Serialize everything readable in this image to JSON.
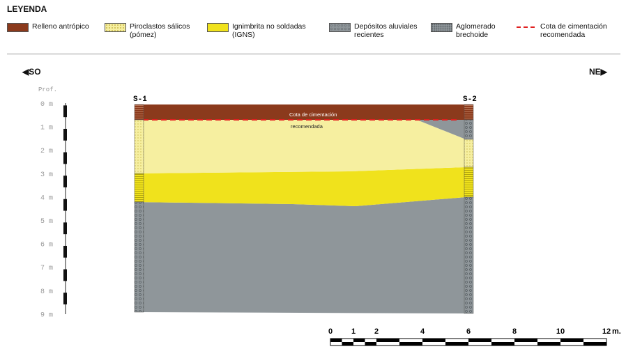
{
  "legend": {
    "title": "LEYENDA",
    "items": [
      {
        "id": "relleno",
        "label": "Relleno antrópico",
        "color": "#8b3a1c",
        "pattern": "solid"
      },
      {
        "id": "piroclastos",
        "label": "Piroclastos sálicos\n(pómez)",
        "color": "#f6efa0",
        "pattern": "dots"
      },
      {
        "id": "ignimbrita",
        "label": "Ignimbrita no soldadas\n(IGNS)",
        "color": "#f0e21c",
        "pattern": "solid"
      },
      {
        "id": "aluviales",
        "label": "Depósitos aluviales\nrecientes",
        "color": "#8f969a",
        "pattern": "circles"
      },
      {
        "id": "aglomerado",
        "label": "Aglomerado\nbrechoide",
        "color": "#8f969a",
        "pattern": "speckle"
      },
      {
        "id": "cota",
        "label": "Cota de cimentación\nrecomendada",
        "color": "#e02020",
        "pattern": "dash"
      }
    ]
  },
  "directions": {
    "left": "SO",
    "right": "NE"
  },
  "depth_scale": {
    "header": "Prof.",
    "labels": [
      "0 m",
      "1 m",
      "2 m",
      "3 m",
      "4 m",
      "5 m",
      "6 m",
      "7 m",
      "8 m",
      "9 m"
    ]
  },
  "section": {
    "boreholes": [
      {
        "name": "S-1"
      },
      {
        "name": "S-2"
      }
    ],
    "annotation_line1": "Cota de cimentación",
    "annotation_line2": "recomendada",
    "colors": {
      "fill": "#8b3a1c",
      "pomez": "#f6efa0",
      "ignimbrita": "#f0e21c",
      "aluvial": "#8f969a",
      "cota": "#e02020"
    }
  },
  "scale_bar": {
    "ticks": [
      "0",
      "1",
      "2",
      "4",
      "6",
      "8",
      "10",
      "12"
    ],
    "unit": "m."
  }
}
